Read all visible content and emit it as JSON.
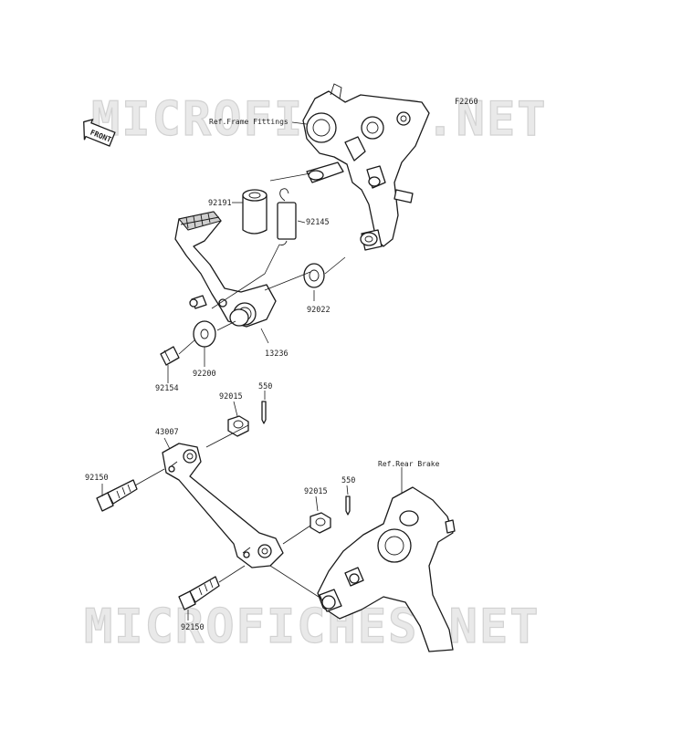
{
  "diagram_code": "F2260",
  "front_label": "FRONT",
  "watermark_text": "MICROFICHES.NET",
  "references": {
    "frame_fittings": "Ref.Frame Fittings",
    "rear_brake": "Ref.Rear Brake"
  },
  "parts": {
    "p92191": "92191",
    "p92145": "92145",
    "p92022": "92022",
    "p13236": "13236",
    "p92200": "92200",
    "p92154": "92154",
    "p92015_a": "92015",
    "p550_a": "550",
    "p43007": "43007",
    "p92150_a": "92150",
    "p550_b": "550",
    "p92015_b": "92015",
    "p92150_b": "92150"
  }
}
